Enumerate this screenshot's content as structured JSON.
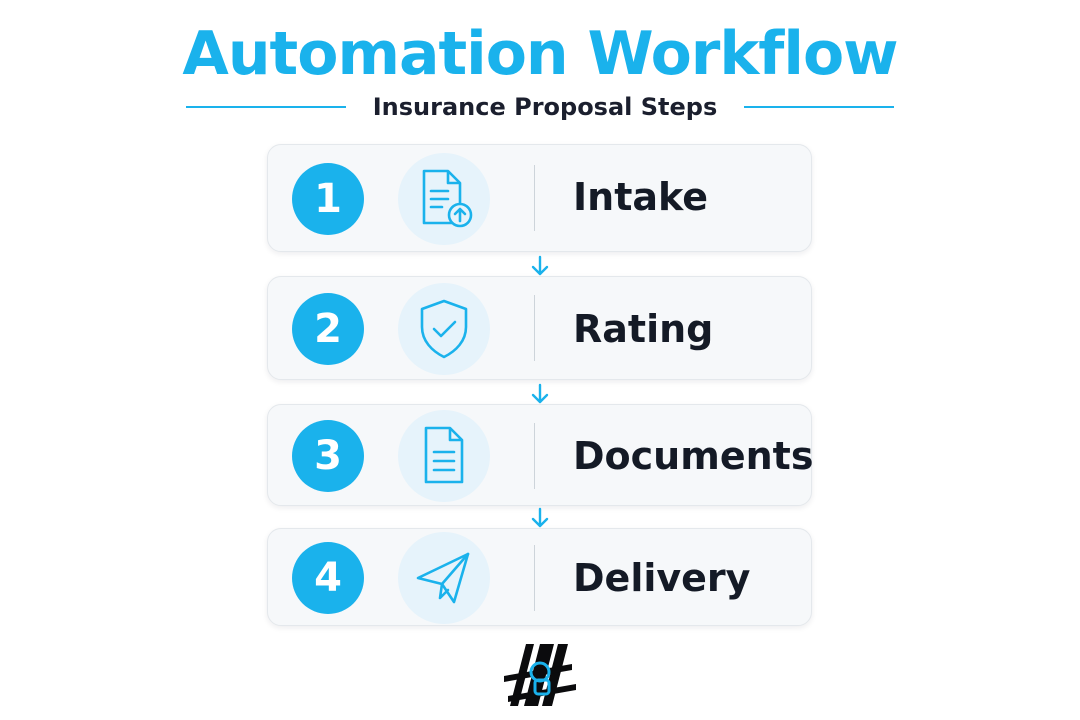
{
  "header": {
    "title": "Automation Workflow",
    "subtitle": "Insurance Proposal Steps"
  },
  "colors": {
    "accent": "#1AB2EC",
    "text_dark": "#141A26",
    "card_bg": "#F6F8FA",
    "icon_bg": "#E6F3FB"
  },
  "steps": [
    {
      "number": "1",
      "label": "Intake",
      "icon": "document-upload-icon"
    },
    {
      "number": "2",
      "label": "Rating",
      "icon": "shield-check-icon"
    },
    {
      "number": "3",
      "label": "Documents",
      "icon": "document-icon"
    },
    {
      "number": "4",
      "label": "Delivery",
      "icon": "paper-plane-icon"
    }
  ],
  "logo": {
    "icon": "brand-logo-icon"
  }
}
